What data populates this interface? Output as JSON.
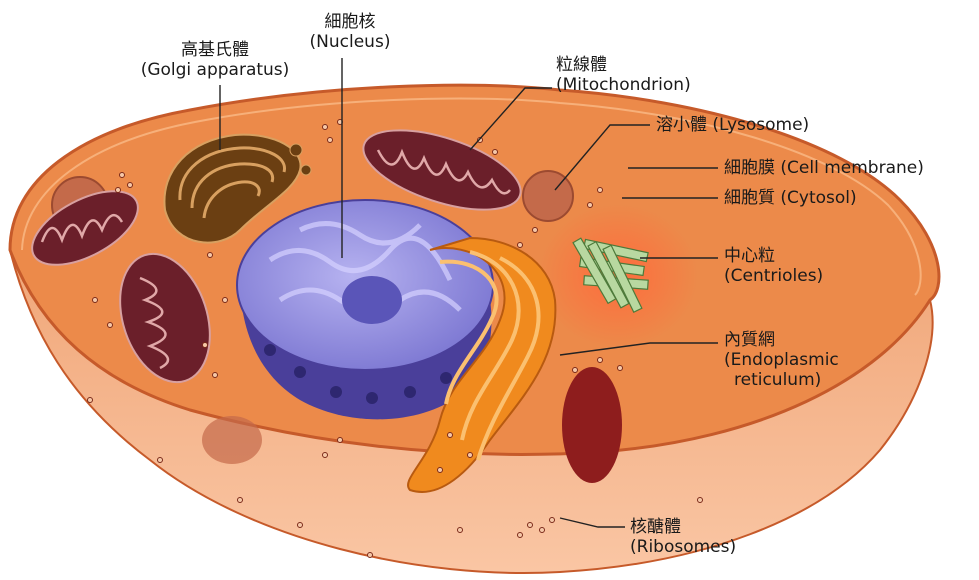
{
  "labels": {
    "nucleus": {
      "zh": "細胞核",
      "en": "(Nucleus)"
    },
    "golgi": {
      "zh": "高基氏體",
      "en": "(Golgi apparatus)"
    },
    "mitochondrion": {
      "zh": "粒線體",
      "en": "(Mitochondrion)"
    },
    "lysosome": {
      "text": "溶小體 (Lysosome)"
    },
    "cell_membrane": {
      "text": "細胞膜 (Cell membrane)"
    },
    "cytosol": {
      "text": "細胞質 (Cytosol)"
    },
    "centrioles": {
      "zh": "中心粒",
      "en": "(Centrioles)"
    },
    "er": {
      "zh": "內質網",
      "en1": "(Endoplasmic",
      "en2": "reticulum)"
    },
    "ribosomes": {
      "zh": "核醣體",
      "en": "(Ribosomes)"
    }
  },
  "colors": {
    "cytoplasm": "#ec8a4a",
    "cut_face": "#f6b58c",
    "membrane": "#c65a2a",
    "nucleus": "#8a86d8",
    "nucleus_dark": "#4a3f9a",
    "nucleolus": "#5a55b8",
    "mitochondria": "#6b1f2a",
    "golgi": "#6b3f12",
    "er": "#f08a1e",
    "centriole": "#b8d8a0",
    "lysosome": "#c46a4a",
    "leader_line": "#222222"
  }
}
